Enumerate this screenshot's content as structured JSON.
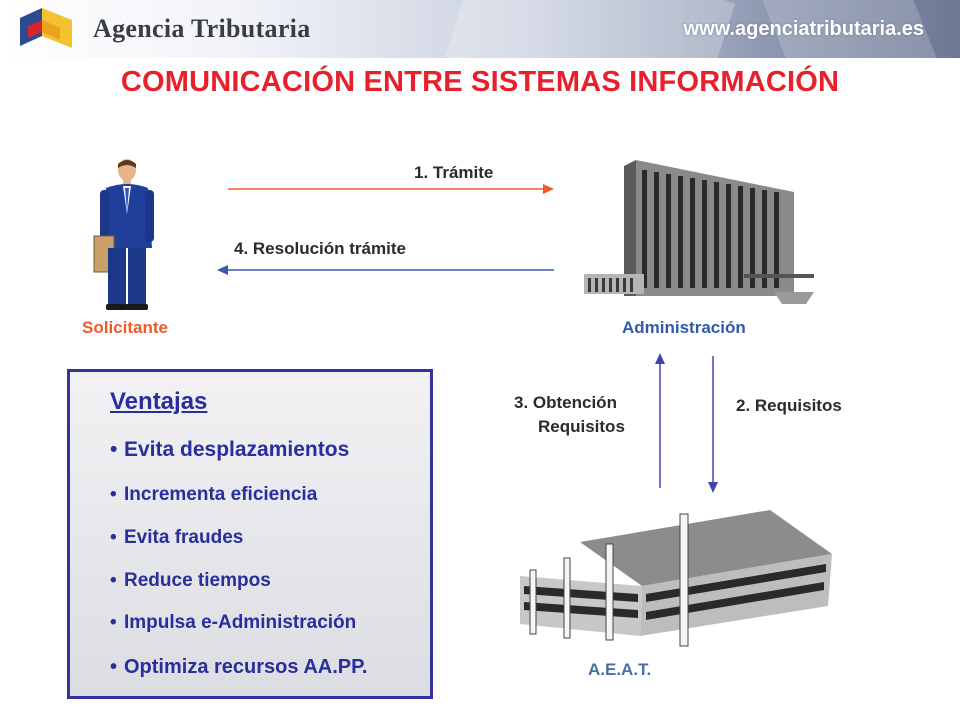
{
  "header": {
    "brand": "Agencia Tributaria",
    "url": "www.agenciatributaria.es"
  },
  "title": "COMUNICACIÓN ENTRE SISTEMAS INFORMACIÓN",
  "diagram": {
    "nodes": {
      "solicitante": "Solicitante",
      "administracion": "Administración",
      "aeat": "A.E.A.T."
    },
    "edges": {
      "tramite": "1. Trámite",
      "requisitos": "2.  Requisitos",
      "obtencion_line1": "3. Obtención",
      "obtencion_line2": "Requisitos",
      "resolucion": "4. Resolución trámite"
    }
  },
  "ventajas": {
    "title": "Ventajas",
    "items": [
      "Evita desplazamientos",
      "Incrementa eficiencia",
      "Evita fraudes",
      "Reduce tiempos",
      "Impulsa e-Administración",
      "Optimiza recursos AA.PP."
    ]
  },
  "colors": {
    "title": "#e8202b",
    "arrow_request": "#f05a28",
    "arrow_return": "#3a5aa8",
    "arrow_vertical": "#4444b0",
    "box_border": "#3333a0",
    "box_text": "#2a2d9c"
  }
}
